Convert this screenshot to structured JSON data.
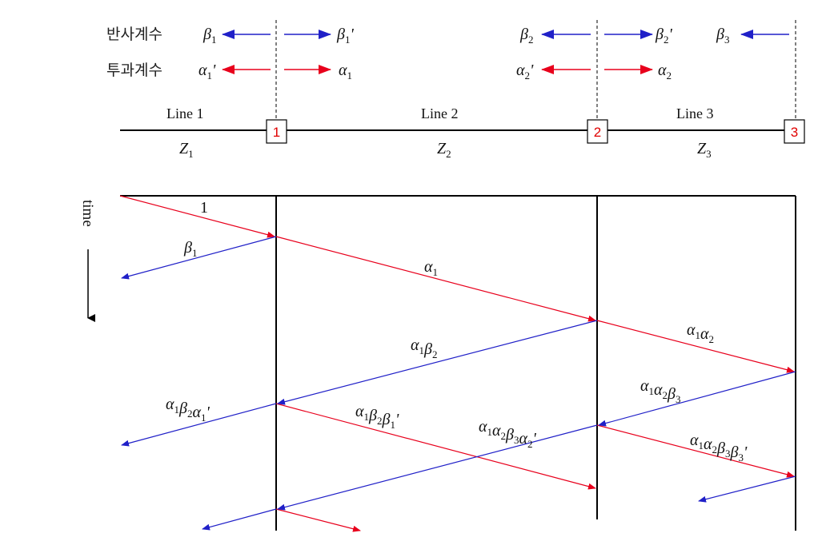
{
  "legend": {
    "reflection_label": "반사계수",
    "transmission_label": "투과계수",
    "items": [
      {
        "id": "b1",
        "base": "β",
        "sub": "1",
        "prime": ""
      },
      {
        "id": "b1p",
        "base": "β",
        "sub": "1",
        "prime": "'"
      },
      {
        "id": "b2",
        "base": "β",
        "sub": "2",
        "prime": ""
      },
      {
        "id": "b2p",
        "base": "β",
        "sub": "2",
        "prime": "'"
      },
      {
        "id": "b3",
        "base": "β",
        "sub": "3",
        "prime": ""
      },
      {
        "id": "a1p",
        "base": "α",
        "sub": "1",
        "prime": "'"
      },
      {
        "id": "a1",
        "base": "α",
        "sub": "1",
        "prime": ""
      },
      {
        "id": "a2p",
        "base": "α",
        "sub": "2",
        "prime": "'"
      },
      {
        "id": "a2",
        "base": "α",
        "sub": "2",
        "prime": ""
      }
    ]
  },
  "lines": [
    {
      "name": "Line 1",
      "impedance": "Z",
      "sub": "1"
    },
    {
      "name": "Line 2",
      "impedance": "Z",
      "sub": "2"
    },
    {
      "name": "Line 3",
      "impedance": "Z",
      "sub": "3"
    }
  ],
  "nodes": [
    "1",
    "2",
    "3"
  ],
  "time_axis_label": "time",
  "wave_labels": {
    "w0": [
      {
        "b": "1",
        "s": ""
      }
    ],
    "w1": [
      {
        "b": "β",
        "s": "1"
      }
    ],
    "w2": [
      {
        "b": "α",
        "s": "1"
      }
    ],
    "w3": [
      {
        "b": "α",
        "s": "1"
      },
      {
        "b": "β",
        "s": "2"
      }
    ],
    "w4": [
      {
        "b": "α",
        "s": "1"
      },
      {
        "b": "α",
        "s": "2"
      }
    ],
    "w5": [
      {
        "b": "α",
        "s": "1"
      },
      {
        "b": "α",
        "s": "2"
      },
      {
        "b": "β",
        "s": "3"
      }
    ],
    "w6": [
      {
        "b": "α",
        "s": "1"
      },
      {
        "b": "β",
        "s": "2"
      },
      {
        "b": "α",
        "s": "1",
        "p": "'"
      }
    ],
    "w7": [
      {
        "b": "α",
        "s": "1"
      },
      {
        "b": "β",
        "s": "2"
      },
      {
        "b": "β",
        "s": "1",
        "p": "'"
      }
    ],
    "w8": [
      {
        "b": "α",
        "s": "1"
      },
      {
        "b": "α",
        "s": "2"
      },
      {
        "b": "β",
        "s": "3"
      },
      {
        "b": "α",
        "s": "2",
        "p": "'"
      }
    ],
    "w9": [
      {
        "b": "α",
        "s": "1"
      },
      {
        "b": "α",
        "s": "2"
      },
      {
        "b": "β",
        "s": "3"
      },
      {
        "b": "β",
        "s": "3",
        "p": "'"
      }
    ]
  },
  "colors": {
    "reflection": "#2020c8",
    "transmission": "#e8001c",
    "line": "#000000",
    "node_number": "#e00000"
  }
}
